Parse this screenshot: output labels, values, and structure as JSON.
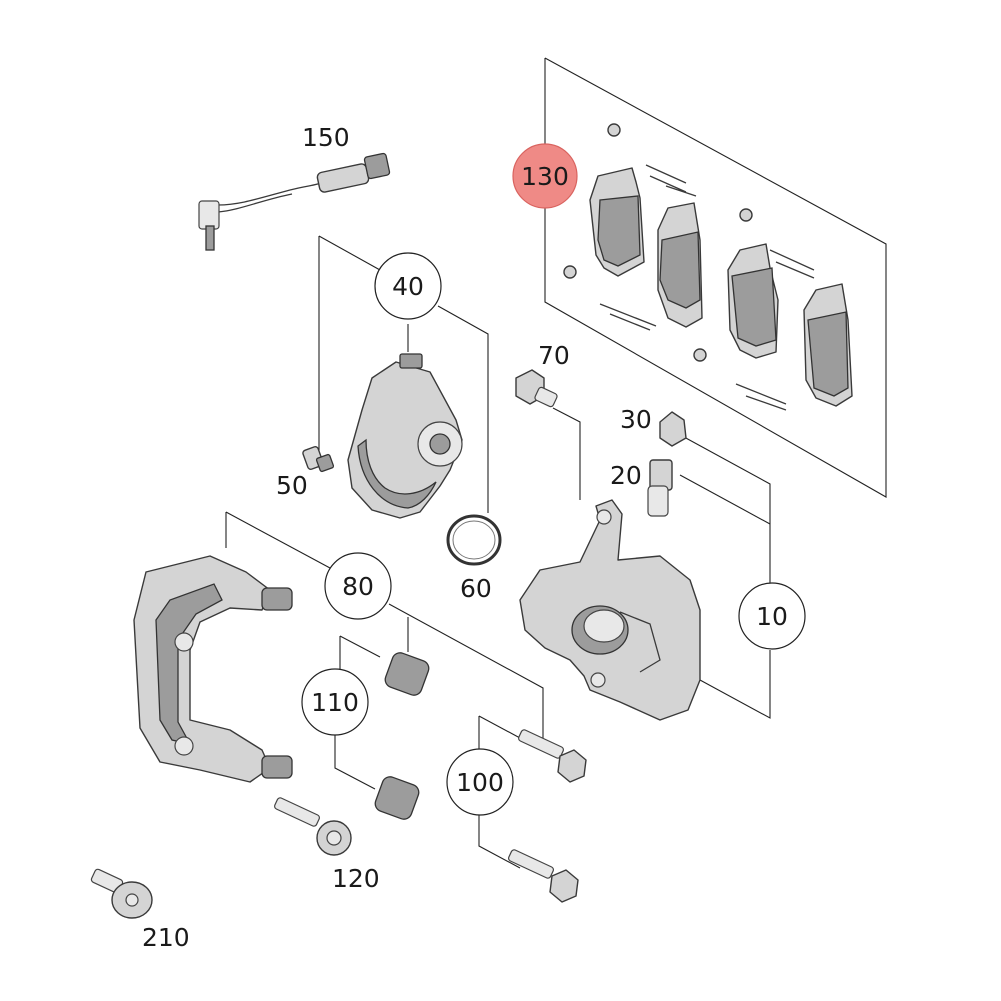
{
  "diagram": {
    "active_callout": "130",
    "accent_color": "#ef8a86",
    "callouts": [
      {
        "id": "c10",
        "label": "10"
      },
      {
        "id": "c40",
        "label": "40"
      },
      {
        "id": "c80",
        "label": "80"
      },
      {
        "id": "c100",
        "label": "100"
      },
      {
        "id": "c110",
        "label": "110"
      },
      {
        "id": "c130",
        "label": "130"
      }
    ],
    "labels": [
      {
        "id": "l20",
        "label": "20"
      },
      {
        "id": "l30",
        "label": "30"
      },
      {
        "id": "l50",
        "label": "50"
      },
      {
        "id": "l60",
        "label": "60"
      },
      {
        "id": "l70",
        "label": "70"
      },
      {
        "id": "l120",
        "label": "120"
      },
      {
        "id": "l150",
        "label": "150"
      },
      {
        "id": "l210",
        "label": "210"
      }
    ],
    "parts": [
      "brake-caliper-housing",
      "caliper-bracket",
      "brake-pad-set",
      "wear-sensor",
      "parking-brake-actuator",
      "actuator-screw",
      "o-ring-seal",
      "guide-bolt",
      "bleeder-valve",
      "dust-cap",
      "guide-sleeve",
      "bracket-bolt",
      "bolt",
      "torx-screw"
    ]
  }
}
